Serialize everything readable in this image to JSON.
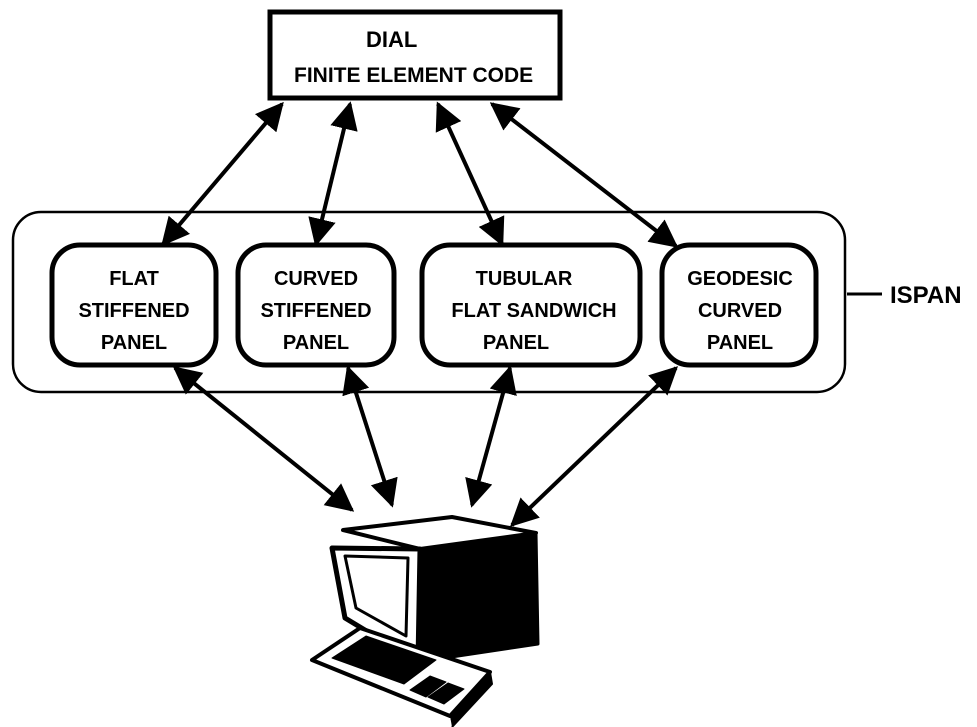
{
  "top_box": {
    "line1": "DIAL",
    "line2": "FINITE ELEMENT CODE"
  },
  "group_label": "ISPAN",
  "modules": [
    {
      "line1": "FLAT",
      "line2": "STIFFENED",
      "line3": "PANEL"
    },
    {
      "line1": "CURVED",
      "line2": "STIFFENED",
      "line3": "PANEL"
    },
    {
      "line1": "TUBULAR",
      "line2": "FLAT SANDWICH",
      "line3": "PANEL"
    },
    {
      "line1": "GEODESIC",
      "line2": "CURVED",
      "line3": "PANEL"
    }
  ],
  "icons": {
    "computer": "computer-terminal-icon"
  },
  "colors": {
    "ink": "#000000",
    "background": "#ffffff"
  }
}
